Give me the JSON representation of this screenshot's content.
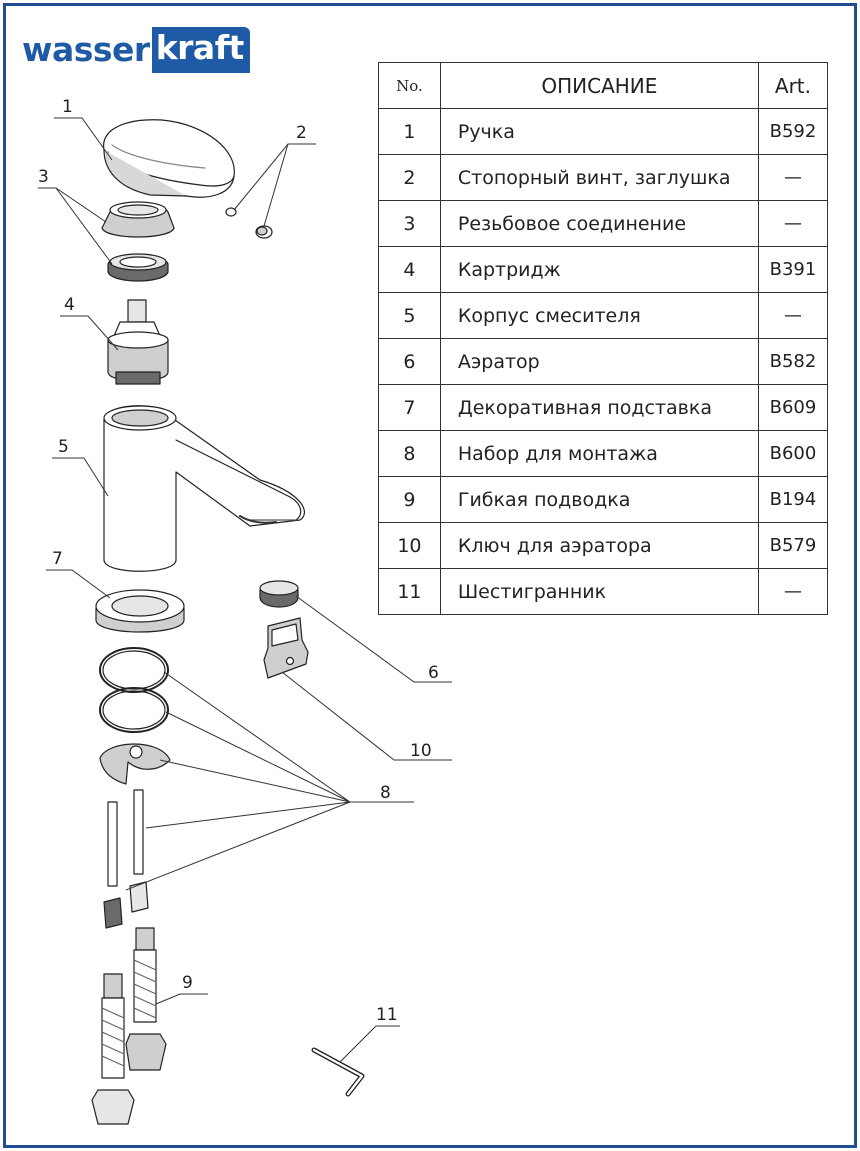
{
  "brand": {
    "wordmark_left": "wasser",
    "wordmark_right": "kraft",
    "color": "#1f5aa6"
  },
  "frame_color": "#1f4e93",
  "table": {
    "headers": {
      "no": "No.",
      "description": "ОПИСАНИЕ",
      "art": "Art."
    },
    "rows": [
      {
        "no": "1",
        "description": "Ручка",
        "art": "B592"
      },
      {
        "no": "2",
        "description": "Стопорный винт, заглушка",
        "art": "—"
      },
      {
        "no": "3",
        "description": "Резьбовое соединение",
        "art": "—"
      },
      {
        "no": "4",
        "description": "Картридж",
        "art": "B391"
      },
      {
        "no": "5",
        "description": "Корпус смесителя",
        "art": "—"
      },
      {
        "no": "6",
        "description": "Аэратор",
        "art": "B582"
      },
      {
        "no": "7",
        "description": "Декоративная подставка",
        "art": "B609"
      },
      {
        "no": "8",
        "description": "Набор для монтажа",
        "art": "B600"
      },
      {
        "no": "9",
        "description": "Гибкая подводка",
        "art": "B194"
      },
      {
        "no": "10",
        "description": "Ключ для аэратора",
        "art": "B579"
      },
      {
        "no": "11",
        "description": "Шестигранник",
        "art": "—"
      }
    ]
  },
  "callouts": {
    "c1": "1",
    "c2": "2",
    "c3": "3",
    "c4": "4",
    "c5": "5",
    "c6": "6",
    "c7": "7",
    "c8": "8",
    "c9": "9",
    "c10": "10",
    "c11": "11"
  }
}
